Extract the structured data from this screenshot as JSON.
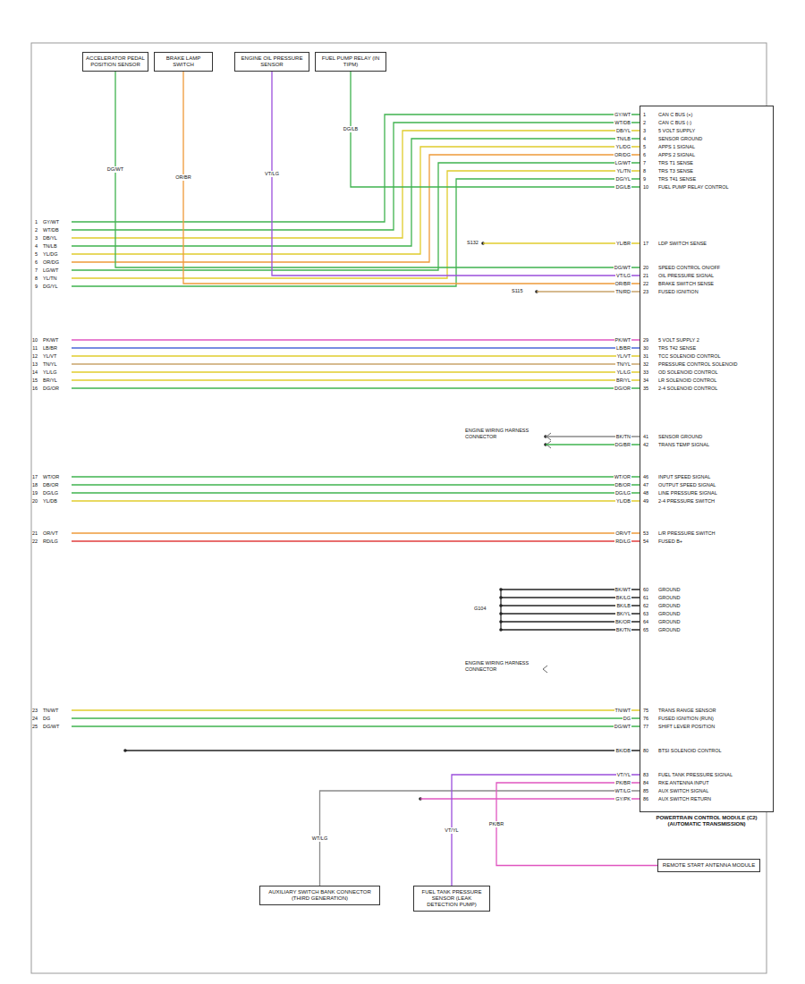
{
  "diagram": {
    "nodes": [
      {
        "text": [
          "ACCELERATOR PEDAL POSITION SENSOR"
        ]
      },
      {
        "text": [
          "BRAKE LAMP SWITCH"
        ]
      },
      {
        "text": [
          "ENGINE OIL PRESSURE SENSOR"
        ]
      },
      {
        "text": [
          "FUEL PUMP RELAY (IN TIPM)"
        ]
      },
      {
        "text": [
          "POWERTRAIN CONTROL MODULE (C2) (AUTOMATIC TRANSMISSION)"
        ]
      },
      {
        "text": [
          "AUXILIARY SWITCH BANK CONNECTOR (THIRD GENERATION)"
        ]
      },
      {
        "text": [
          "FUEL TANK PRESSURE SENSOR (LEAK DETECTION PUMP)"
        ]
      },
      {
        "text": [
          "REMOTE START ANTENNA MODULE"
        ]
      }
    ],
    "edges": [
      {
        "from": 0,
        "to": 4,
        "arrow": "none",
        "label": "DG/WT"
      },
      {
        "from": 1,
        "to": 4,
        "arrow": "none",
        "label": "OR/BR"
      },
      {
        "from": 2,
        "to": 4,
        "arrow": "none",
        "label": "VT/LG"
      },
      {
        "from": 3,
        "to": 4,
        "arrow": "none",
        "label": "DG/LB"
      },
      {
        "from": 5,
        "to": 4,
        "arrow": "none",
        "label": "WT/LG"
      },
      {
        "from": 6,
        "to": 4,
        "arrow": "none",
        "label": "VT/YL"
      },
      {
        "from": 7,
        "to": 4,
        "arrow": "none",
        "label": "PK/BR"
      }
    ],
    "labels": [
      "GY/WT",
      "1",
      "CAN C BUS (+)",
      "WT/DB",
      "2",
      "CAN C BUS (-)",
      "DB/YL",
      "3",
      "5 VOLT SUPPLY",
      "TN/LB",
      "4",
      "SENSOR GROUND",
      "YL/DG",
      "5",
      "APPS 1 SIGNAL",
      "OR/DG",
      "6",
      "APPS 2 SIGNAL",
      "LG/WT",
      "7",
      "TRS T1 SENSE",
      "YL/TN",
      "8",
      "TRS T3 SENSE",
      "DG/YL",
      "9",
      "TRS T41 SENSE",
      "DG/LB",
      "10",
      "FUEL PUMP RELAY CONTROL",
      "YL/BR",
      "17",
      "LDP SWITCH SENSE",
      "DG/WT",
      "20",
      "SPEED CONTROL ON/OFF",
      "VT/LG",
      "21",
      "OIL PRESSURE SIGNAL",
      "OR/BR",
      "22",
      "BRAKE SWITCH SENSE",
      "TN/RD",
      "23",
      "FUSED IGNITION",
      "PK/WT",
      "29",
      "5 VOLT SUPPLY 2",
      "LB/BR",
      "30",
      "TRS T42 SENSE",
      "YL/VT",
      "31",
      "TCC SOLENOID CONTROL",
      "TN/YL",
      "32",
      "PRESSURE CONTROL SOLENOID",
      "YL/LG",
      "33",
      "OD SOLENOID CONTROL",
      "BR/YL",
      "34",
      "LR SOLENOID CONTROL",
      "DG/OR",
      "35",
      "2-4 SOLENOID CONTROL",
      "BK/TN",
      "41",
      "SENSOR GROUND",
      "DG/BR",
      "42",
      "TRANS TEMP SIGNAL",
      "WT/OR",
      "46",
      "INPUT SPEED SIGNAL",
      "DB/OR",
      "47",
      "OUTPUT SPEED SIGNAL",
      "DG/LG",
      "48",
      "LINE PRESSURE SIGNAL",
      "YL/DB",
      "49",
      "2-4 PRESSURE SWITCH",
      "OR/VT",
      "53",
      "L/R PRESSURE SWITCH",
      "RD/LG",
      "54",
      "FUSED B+",
      "BK/WT",
      "60",
      "GROUND",
      "BK/LG",
      "61",
      "GROUND",
      "BK/LB",
      "62",
      "GROUND",
      "BK/YL",
      "63",
      "GROUND",
      "BK/OR",
      "64",
      "GROUND",
      "BK/TN",
      "65",
      "GROUND",
      "TN/WT",
      "75",
      "TRANS RANGE SENSOR",
      "DG",
      "76",
      "FUSED IGNITION (RUN)",
      "DG/WT",
      "77",
      "SHIFT LEVER POSITION",
      "BK/DB",
      "80",
      "BTSI SOLENOID CONTROL",
      "VT/YL",
      "83",
      "FUEL TANK PRESSURE SIGNAL",
      "PK/BR",
      "84",
      "RKE ANTENNA INPUT",
      "WT/LG",
      "85",
      "AUX SWITCH SIGNAL",
      "GY/PK",
      "86",
      "AUX SWITCH RETURN",
      "1",
      "GY/WT",
      "2",
      "WT/DB",
      "3",
      "DB/YL",
      "4",
      "TN/LB",
      "5",
      "YL/DG",
      "6",
      "OR/DG",
      "7",
      "LG/WT",
      "8",
      "YL/TN",
      "9",
      "DG/YL",
      "10",
      "PK/WT",
      "11",
      "LB/BR",
      "12",
      "YL/VT",
      "13",
      "TN/YL",
      "14",
      "YL/LG",
      "15",
      "BR/YL",
      "16",
      "DG/OR",
      "17",
      "WT/OR",
      "18",
      "DB/OR",
      "19",
      "DG/LG",
      "20",
      "YL/DB",
      "21",
      "OR/VT",
      "22",
      "RD/LG",
      "23",
      "TN/WT",
      "24",
      "DG",
      "25",
      "DG/WT",
      "ENGINE WIRING HARNESS CONNECTOR",
      "ENGINE WIRING HARNESS CONNECTOR",
      "S132",
      "S115",
      "G104"
    ]
  }
}
